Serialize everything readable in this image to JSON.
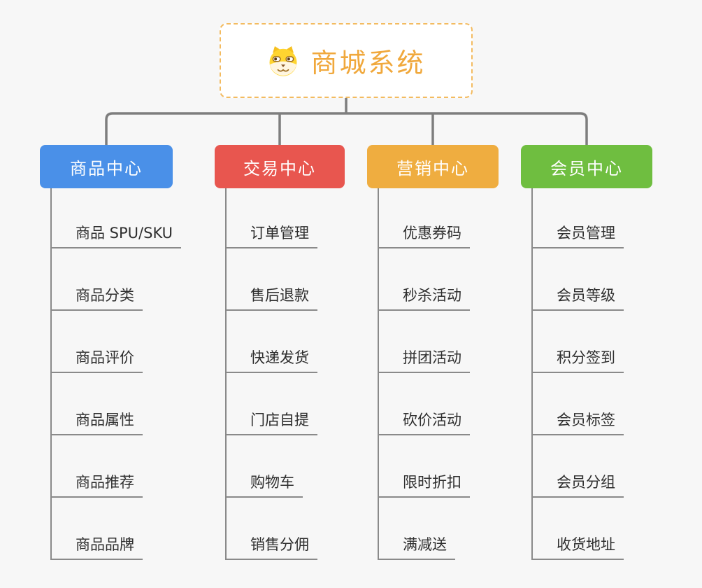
{
  "root": {
    "title": "商城系统",
    "icon": "dog-face-icon",
    "title_color": "#f0a83c",
    "border_color": "#f3bb60"
  },
  "connector_color": "#7e7e7e",
  "line_color": "#8a8a8a",
  "branches": [
    {
      "label": "商品中心",
      "color": "#4a90e8",
      "items": [
        "商品 SPU/SKU",
        "商品分类",
        "商品评价",
        "商品属性",
        "商品推荐",
        "商品品牌"
      ]
    },
    {
      "label": "交易中心",
      "color": "#e8564f",
      "items": [
        "订单管理",
        "售后退款",
        "快递发货",
        "门店自提",
        "购物车",
        "销售分佣"
      ]
    },
    {
      "label": "营销中心",
      "color": "#efad40",
      "items": [
        "优惠券码",
        "秒杀活动",
        "拼团活动",
        "砍价活动",
        "限时折扣",
        "满减送"
      ]
    },
    {
      "label": "会员中心",
      "color": "#6fbe40",
      "items": [
        "会员管理",
        "会员等级",
        "积分签到",
        "会员标签",
        "会员分组",
        "收货地址"
      ]
    }
  ]
}
